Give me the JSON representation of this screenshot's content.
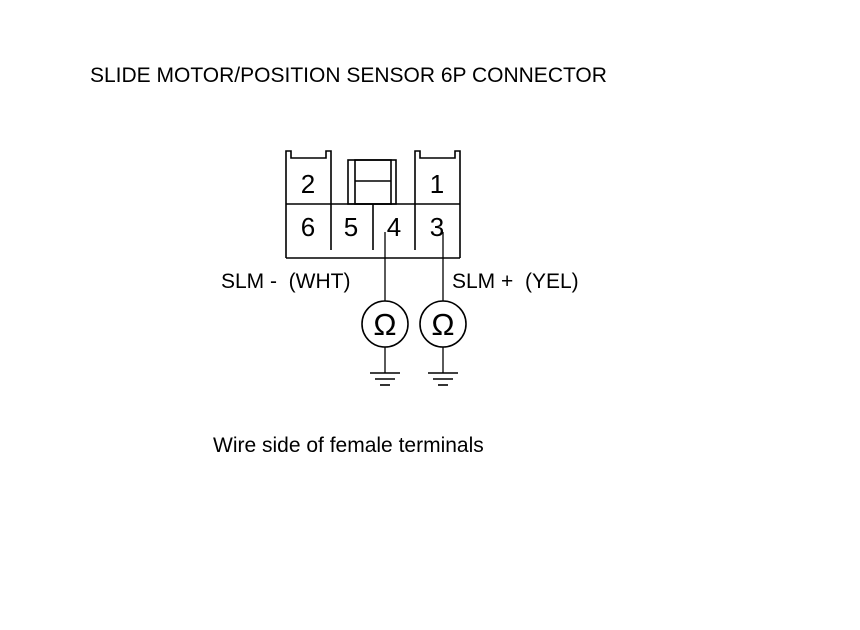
{
  "diagram": {
    "title": "SLIDE MOTOR/POSITION SENSOR 6P CONNECTOR",
    "connector": {
      "top_pins": [
        "2",
        "1"
      ],
      "bottom_pins": [
        "6",
        "5",
        "4",
        "3"
      ]
    },
    "wires": {
      "left_label": "SLM -  (WHT)",
      "right_label": "SLM +  (YEL)"
    },
    "meter_symbol": "Ω",
    "icons": [
      "ohmmeter-icon",
      "ground-icon"
    ],
    "caption": "Wire side of female terminals"
  }
}
